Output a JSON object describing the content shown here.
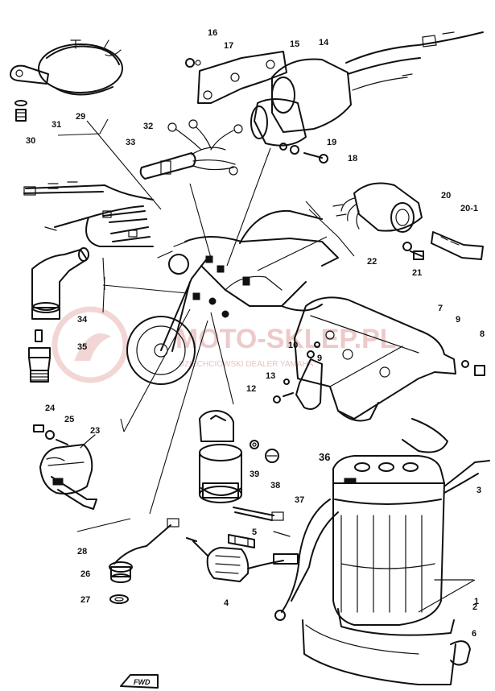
{
  "watermark": {
    "title": "MOTO-SKLEP.PL",
    "subtitle": "DZIECHCIOWSKI DEALER YAMAHA"
  },
  "direction_marker": "FWD",
  "callouts": {
    "c1": "1",
    "c2": "2",
    "c3": "3",
    "c4": "4",
    "c5": "5",
    "c6": "6",
    "c7": "7",
    "c8": "8",
    "c9a": "9",
    "c9b": "9",
    "c10": "10",
    "c12": "12",
    "c13": "13",
    "c14": "14",
    "c15": "15",
    "c16": "16",
    "c17": "17",
    "c18": "18",
    "c19": "19",
    "c20": "20",
    "c20_1": "20-1",
    "c21": "21",
    "c22": "22",
    "c23": "23",
    "c24": "24",
    "c25": "25",
    "c26": "26",
    "c27": "27",
    "c28": "28",
    "c29": "29",
    "c30": "30",
    "c31": "31",
    "c32": "32",
    "c33": "33",
    "c34": "34",
    "c35": "35",
    "c36": "36",
    "c37": "37",
    "c38": "38",
    "c39": "39"
  },
  "colors": {
    "line": "#111111",
    "watermark": "#e7b9b9"
  }
}
